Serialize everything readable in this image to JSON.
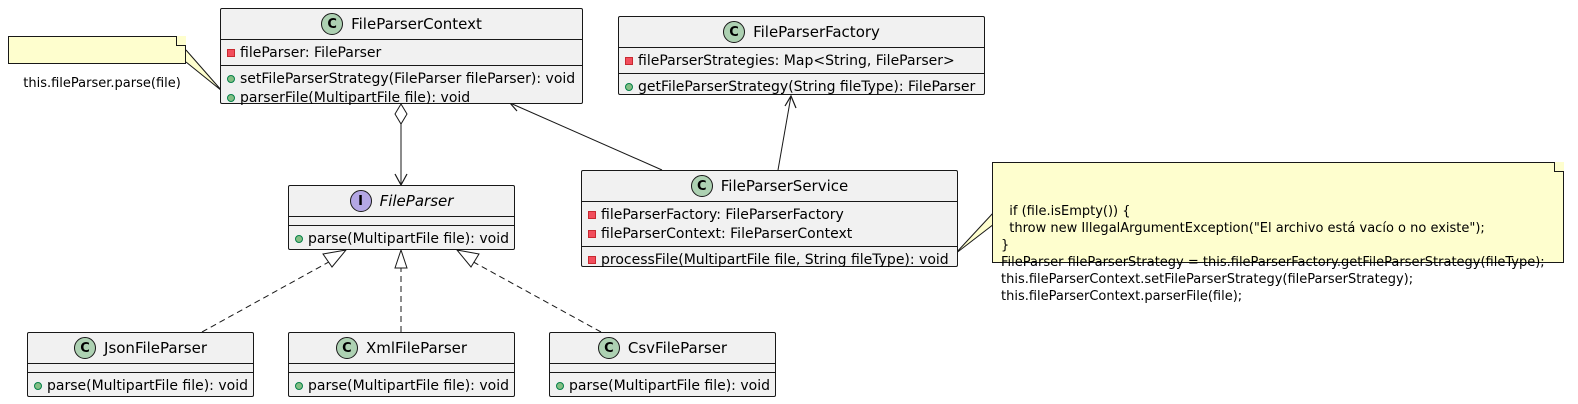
{
  "classes": {
    "context": {
      "stereotype": "C",
      "name": "FileParserContext",
      "fields": [
        {
          "vis": "private",
          "text": "fileParser: FileParser"
        }
      ],
      "methods": [
        {
          "vis": "public",
          "text": "setFileParserStrategy(FileParser fileParser): void"
        },
        {
          "vis": "public",
          "text": "parserFile(MultipartFile file): void"
        }
      ]
    },
    "factory": {
      "stereotype": "C",
      "name": "FileParserFactory",
      "fields": [
        {
          "vis": "private",
          "text": "fileParserStrategies: Map<String, FileParser>"
        }
      ],
      "methods": [
        {
          "vis": "public",
          "text": "getFileParserStrategy(String fileType): FileParser"
        }
      ]
    },
    "parser": {
      "stereotype": "I",
      "name": "FileParser",
      "fields": [],
      "methods": [
        {
          "vis": "public",
          "text": "parse(MultipartFile file): void"
        }
      ]
    },
    "service": {
      "stereotype": "C",
      "name": "FileParserService",
      "fields": [
        {
          "vis": "private",
          "text": "fileParserFactory: FileParserFactory"
        },
        {
          "vis": "private",
          "text": "fileParserContext: FileParserContext"
        }
      ],
      "methods": [
        {
          "vis": "private",
          "text": "processFile(MultipartFile file, String fileType): void"
        }
      ]
    },
    "json": {
      "stereotype": "C",
      "name": "JsonFileParser",
      "methods": [
        {
          "vis": "public",
          "text": "parse(MultipartFile file): void"
        }
      ]
    },
    "xml": {
      "stereotype": "C",
      "name": "XmlFileParser",
      "methods": [
        {
          "vis": "public",
          "text": "parse(MultipartFile file): void"
        }
      ]
    },
    "csv": {
      "stereotype": "C",
      "name": "CsvFileParser",
      "methods": [
        {
          "vis": "public",
          "text": "parse(MultipartFile file): void"
        }
      ]
    }
  },
  "notes": {
    "parse_note": "this.fileParser.parse(file)",
    "service_note": "if (file.isEmpty()) {\n  throw new IllegalArgumentException(\"El archivo está vacío o no existe\");\n}\nFileParser fileParserStrategy = this.fileParserFactory.getFileParserStrategy(fileType);\nthis.fileParserContext.setFileParserStrategy(fileParserStrategy);\nthis.fileParserContext.parserFile(file);"
  },
  "colors": {
    "class_fill": "#f1f1f1",
    "class_badge": "#add1b2",
    "interface_badge": "#b4a7e5",
    "note_fill": "#fefece",
    "border": "#181818"
  }
}
